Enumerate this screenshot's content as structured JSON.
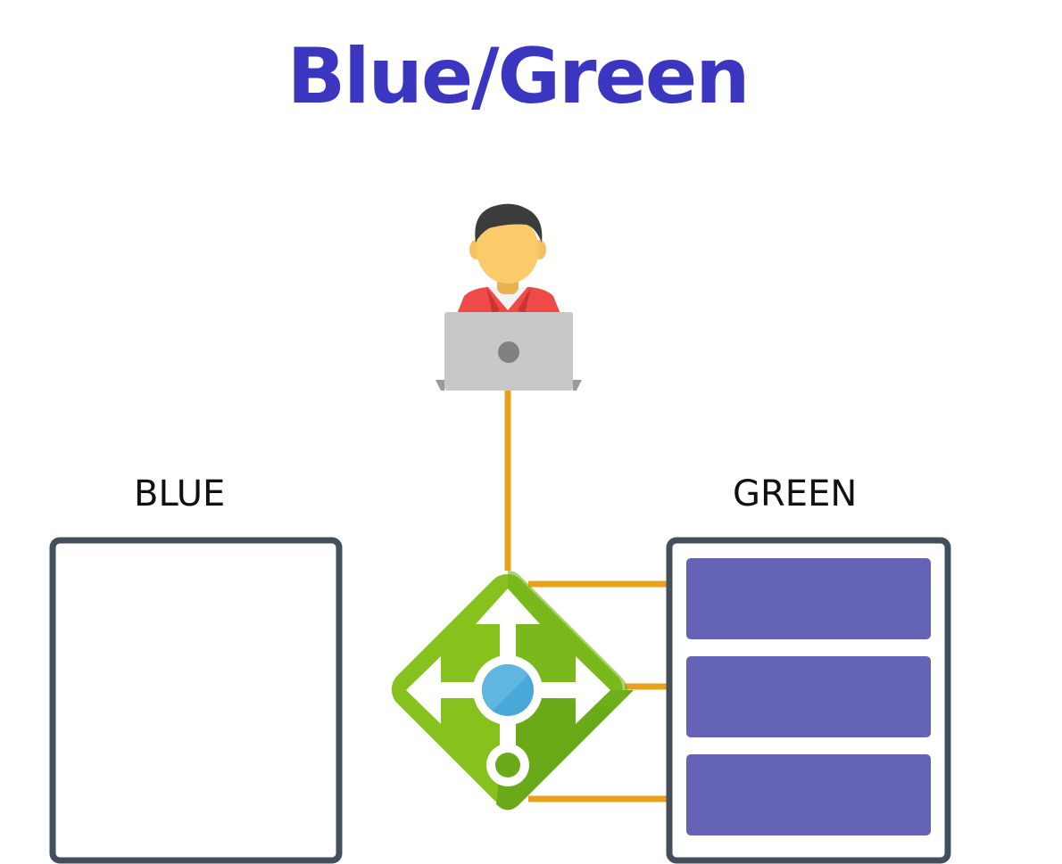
{
  "title": "Blue/Green",
  "environments": {
    "blue": {
      "label": "BLUE",
      "instances": 0
    },
    "green": {
      "label": "GREEN",
      "instances": 3
    }
  },
  "colors": {
    "title": "#3a36c0",
    "connector": "#e9a11c",
    "box_border": "#434f5c",
    "instance": "#6463b5",
    "gateway_light": "#86c11e",
    "gateway_dark": "#6aaa19",
    "gateway_hub": "#4aa8d8"
  },
  "icons": {
    "user": "user-with-laptop-icon",
    "gateway": "load-balancer-icon"
  }
}
